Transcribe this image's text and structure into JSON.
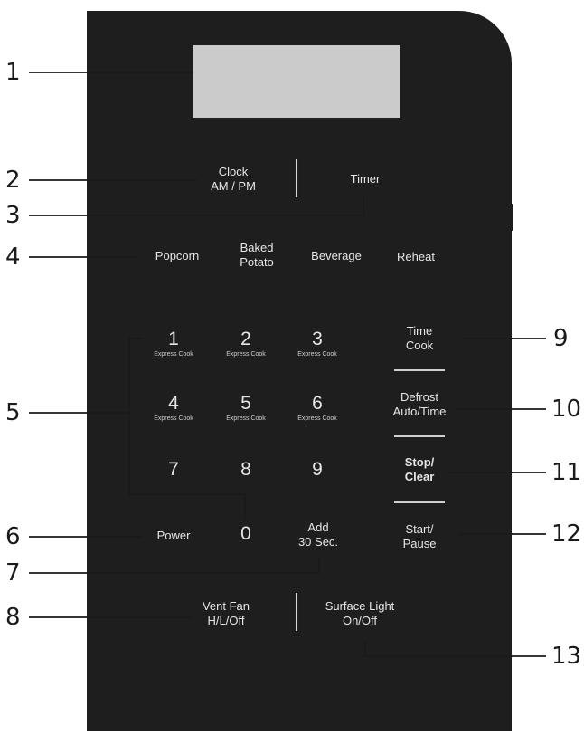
{
  "callouts": [
    "1",
    "2",
    "3",
    "4",
    "5",
    "6",
    "7",
    "8",
    "9",
    "10",
    "11",
    "12",
    "13"
  ],
  "keys": {
    "clock": [
      "Clock",
      "AM / PM"
    ],
    "timer": "Timer",
    "popcorn": "Popcorn",
    "baked_potato": [
      "Baked",
      "Potato"
    ],
    "beverage": "Beverage",
    "reheat": "Reheat",
    "power": "Power",
    "add_30": [
      "Add",
      "30 Sec."
    ],
    "vent_fan": [
      "Vent Fan",
      "H/L/Off"
    ],
    "surface_light": [
      "Surface Light",
      "On/Off"
    ],
    "time_cook": [
      "Time",
      "Cook"
    ],
    "defrost": [
      "Defrost",
      "Auto/Time"
    ],
    "stop_clear": [
      "Stop/",
      "Clear"
    ],
    "start_pause": [
      "Start/",
      "Pause"
    ]
  },
  "numpad": [
    {
      "digit": "1",
      "sub": "Express Cook"
    },
    {
      "digit": "2",
      "sub": "Express Cook"
    },
    {
      "digit": "3",
      "sub": "Express Cook"
    },
    {
      "digit": "4",
      "sub": "Express Cook"
    },
    {
      "digit": "5",
      "sub": "Express Cook"
    },
    {
      "digit": "6",
      "sub": "Express Cook"
    },
    {
      "digit": "7",
      "sub": ""
    },
    {
      "digit": "8",
      "sub": ""
    },
    {
      "digit": "9",
      "sub": ""
    },
    {
      "digit": "0",
      "sub": ""
    }
  ],
  "colors": {
    "panel": "#1e1e1e",
    "display": "#cbcbcb",
    "text": "#e6e6e6"
  }
}
